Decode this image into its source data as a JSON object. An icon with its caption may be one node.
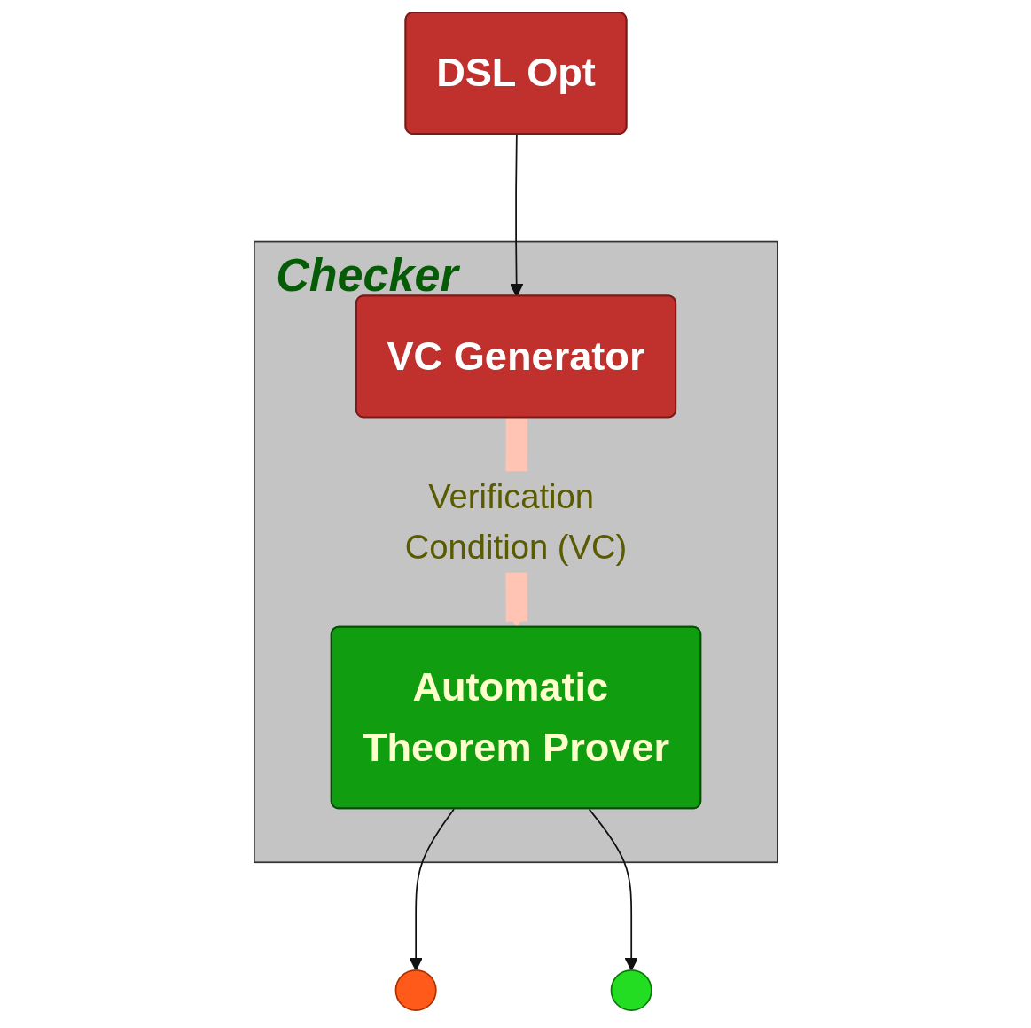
{
  "diagram": {
    "nodes": [
      {
        "text": [
          "DSL Opt"
        ]
      },
      {
        "text": [
          "Checker"
        ]
      },
      {
        "text": [
          "VC Generator"
        ],
        "in": 1
      },
      {
        "text": [
          "Automatic Theorem Prover"
        ],
        "in": 1
      },
      {
        "text": [],
        "shape": "cross"
      },
      {
        "text": [],
        "shape": "checkmark"
      }
    ],
    "edges": [
      {
        "from": 0,
        "to": 2,
        "arrow": "to"
      },
      {
        "from": 2,
        "to": 3,
        "arrow": "to",
        "label": "Verification Condition (VC)",
        "style": "thick",
        "color": "#ffc4b4"
      },
      {
        "from": 3,
        "to": 4,
        "arrow": "to"
      },
      {
        "from": 3,
        "to": 5,
        "arrow": "to"
      }
    ]
  }
}
